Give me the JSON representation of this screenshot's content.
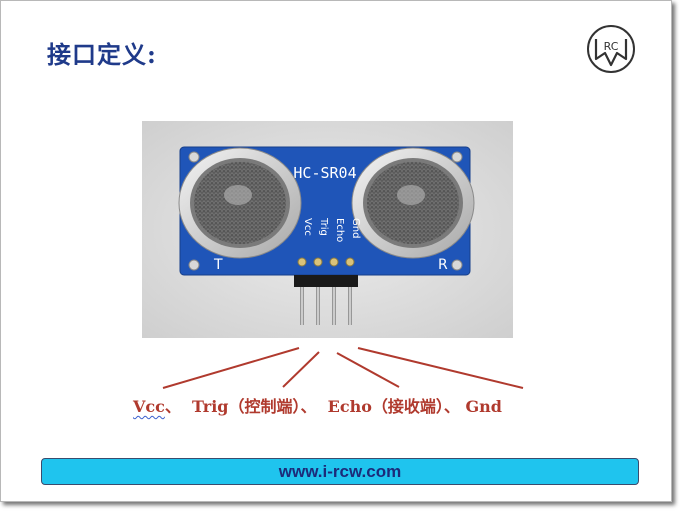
{
  "slide": {
    "title": "接口定义:",
    "logo_text": "RC",
    "photo": {
      "board_label": "HC-SR04",
      "transmitter_label": "T",
      "receiver_label": "R",
      "pins": [
        "Vcc",
        "Trig",
        "Echo",
        "Gnd"
      ]
    },
    "caption": {
      "vcc": "Vcc",
      "rest": "、  Trig（控制端）、  Echo（接收端）、 Gnd"
    },
    "footer_url": "www.i-rcw.com",
    "colors": {
      "title": "#1f3a8a",
      "caption": "#b03a2e",
      "footer_bar": "#1fc4ee",
      "footer_text": "#1c2b7a",
      "pcb": "#1f55b8"
    }
  }
}
